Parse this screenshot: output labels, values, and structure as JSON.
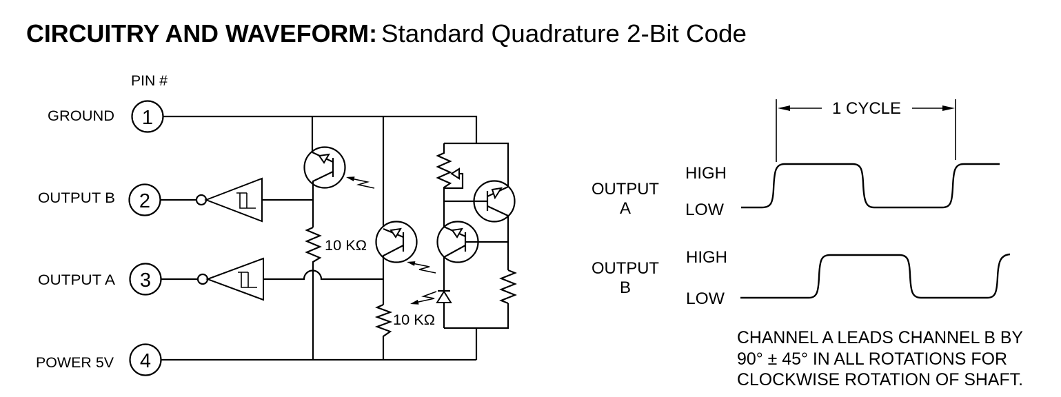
{
  "title": {
    "bold": "CIRCUITRY AND WAVEFORM:",
    "regular": "Standard Quadrature 2-Bit Code"
  },
  "circuit": {
    "pin_header": "PIN #",
    "pins": [
      {
        "number": "1",
        "label": "GROUND"
      },
      {
        "number": "2",
        "label": "OUTPUT B"
      },
      {
        "number": "3",
        "label": "OUTPUT A"
      },
      {
        "number": "4",
        "label": "POWER 5V"
      }
    ],
    "resistor_labels": [
      "10 KΩ",
      "10 KΩ"
    ]
  },
  "waveform": {
    "cycle_label": "1 CYCLE",
    "channels": [
      {
        "name_line1": "OUTPUT",
        "name_line2": "A",
        "high": "HIGH",
        "low": "LOW",
        "sequence": [
          "LOW",
          "HIGH",
          "LOW",
          "HIGH"
        ]
      },
      {
        "name_line1": "OUTPUT",
        "name_line2": "B",
        "high": "HIGH",
        "low": "LOW",
        "sequence": [
          "LOW",
          "HIGH",
          "LOW",
          "HIGH"
        ]
      }
    ],
    "note_lines": [
      "CHANNEL A LEADS CHANNEL B BY",
      "90° ± 45° IN ALL ROTATIONS FOR",
      "CLOCKWISE ROTATION OF SHAFT."
    ]
  }
}
